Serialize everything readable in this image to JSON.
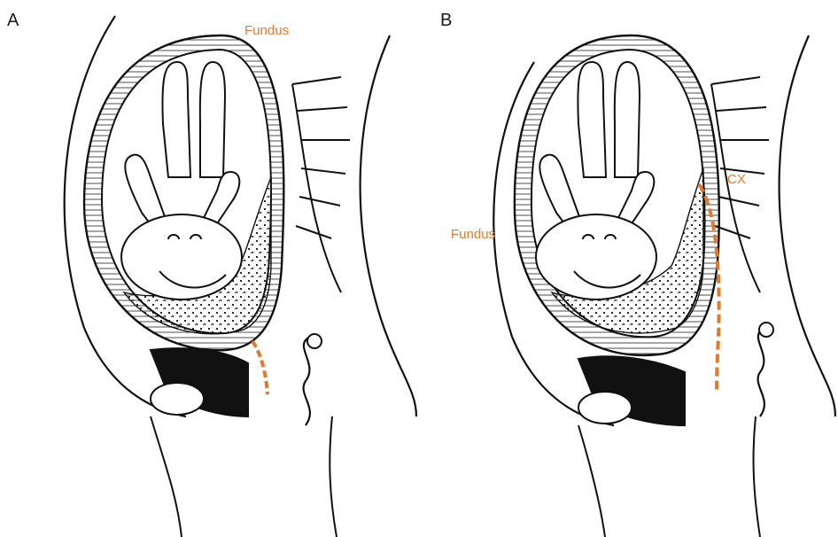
{
  "colors": {
    "annotation": "#e07b2e",
    "ink": "#111111"
  },
  "panels": [
    {
      "id": "A",
      "letter": "A",
      "labels": {
        "fundus": "Fundus"
      }
    },
    {
      "id": "B",
      "letter": "B",
      "labels": {
        "fundus": "Fundus",
        "cervix": "CX"
      }
    }
  ]
}
